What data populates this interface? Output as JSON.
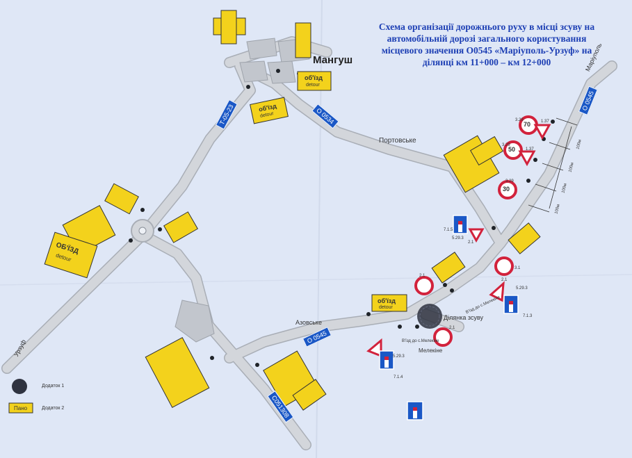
{
  "title_lines": [
    "Схема організації дорожнього руху в місці зсуву на",
    "автомобільній дорозі  загального користування",
    "місцевого значення О0545 «Маріуполь-Урзуф» на",
    "ділянці км 11+000 – км 12+000"
  ],
  "places": {
    "mangush": "Мангуш",
    "portovske": "Портовське",
    "azovske": "Азовське",
    "melekine": "Мелекіне",
    "mariupol": "Маріуполь",
    "urzuf": "Урзуф",
    "landslide": "Ділянка зсуву"
  },
  "road_plates": {
    "t0523": "Т-05-23",
    "o0534": "О 0534",
    "o0545_top": "О 0545",
    "o0545_mid": "О 0545",
    "c051308": "С051308"
  },
  "detour_signs": {
    "text_main": "об'їзд",
    "text_en": "detour",
    "big_main": "ОБ'ЇЗД",
    "big_en": "detour"
  },
  "speed_limits": [
    "70",
    "50",
    "30"
  ],
  "sign_codes": {
    "s329": "3.29",
    "s137": "1.37",
    "s21": "2.1",
    "s31": "3.1",
    "s5293": "5.29.3",
    "s715": "7.1.5",
    "s713": "7.1.3",
    "s714": "7.1.4"
  },
  "entry_labels": {
    "to_melekine": "В'їзд до с.Мелекіне"
  },
  "distances": [
    "100м",
    "100м",
    "100м",
    "100м"
  ],
  "legend": {
    "item1": "Додаток 1",
    "panel_label": "Пано",
    "item2": "Додаток 2"
  },
  "colors": {
    "road": "#c9cdd3",
    "road_edge": "#a9aeb6",
    "sign_yellow": "#f3d21c",
    "title_blue": "#1d3fb4",
    "plate_blue": "#1b58c6",
    "sign_red": "#d2223c"
  }
}
